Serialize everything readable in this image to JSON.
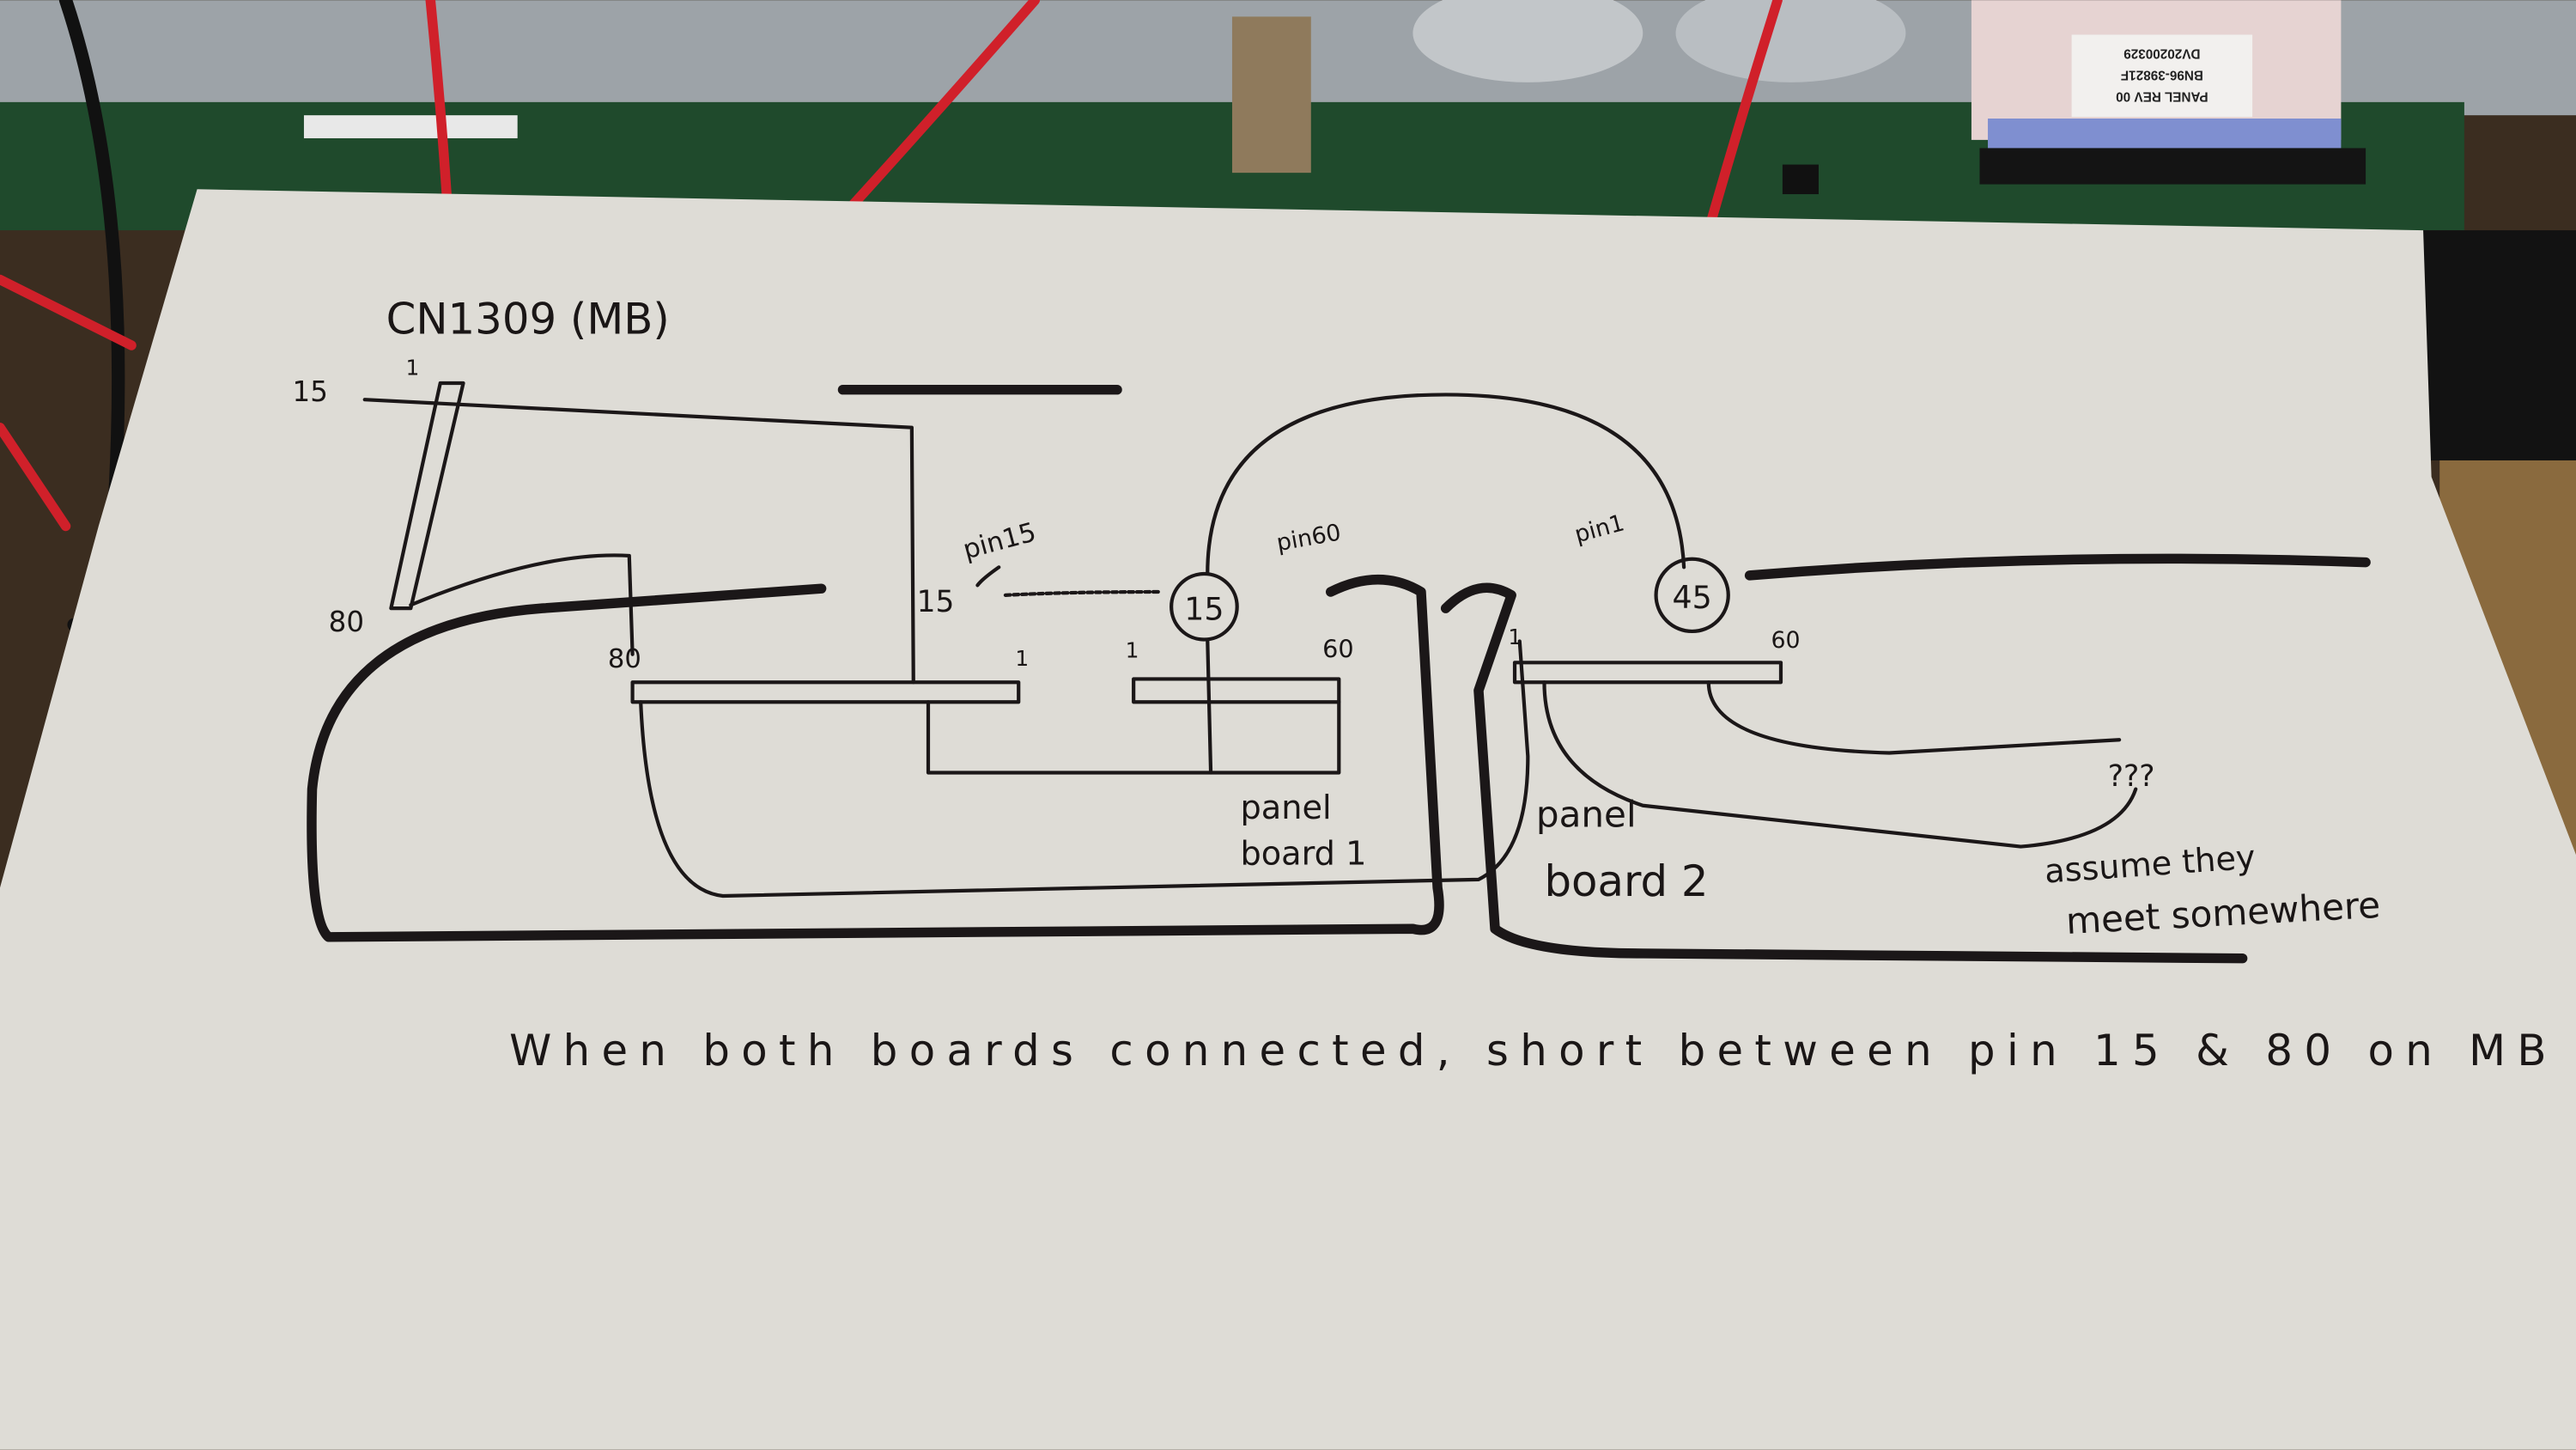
{
  "photo": {
    "ribbon_label": {
      "line1": "PANEL REV 00",
      "line2": "BN96-39821F",
      "line3": "DV20200329"
    },
    "colors": {
      "paper": "#dedcd6",
      "pcb": "#1f4a2c",
      "wire_red": "#d0202a",
      "ribbon": "#e6d3d2",
      "ribbon_contacts": "#7f8fd0",
      "ink": "#1b1718"
    }
  },
  "sketch": {
    "title": "CN1309 (MB)",
    "mb_pin_15": "15",
    "mb_pin_1": "1",
    "mb_pin_80": "80",
    "mb2_pin_80": "80",
    "pin15_note": "pin15",
    "conn1_pin_15": "15",
    "conn1_pin_1a": "1",
    "conn1_pin_1b": "1",
    "circled_15": "15",
    "pin60_note": "pin60",
    "conn2_pin_60": "60",
    "pin1_note": "pin1",
    "conn3_pin_1": "1",
    "circled_45": "45",
    "conn3_pin_60": "60",
    "panel_board_1": [
      "panel",
      "board 1"
    ],
    "panel_board_2": [
      "panel",
      "board 2"
    ],
    "unknown": "???",
    "assumption": [
      "assume they",
      "meet somewhere"
    ],
    "caption": "When both boards connected, short between pin 15 & 80 on MB"
  }
}
